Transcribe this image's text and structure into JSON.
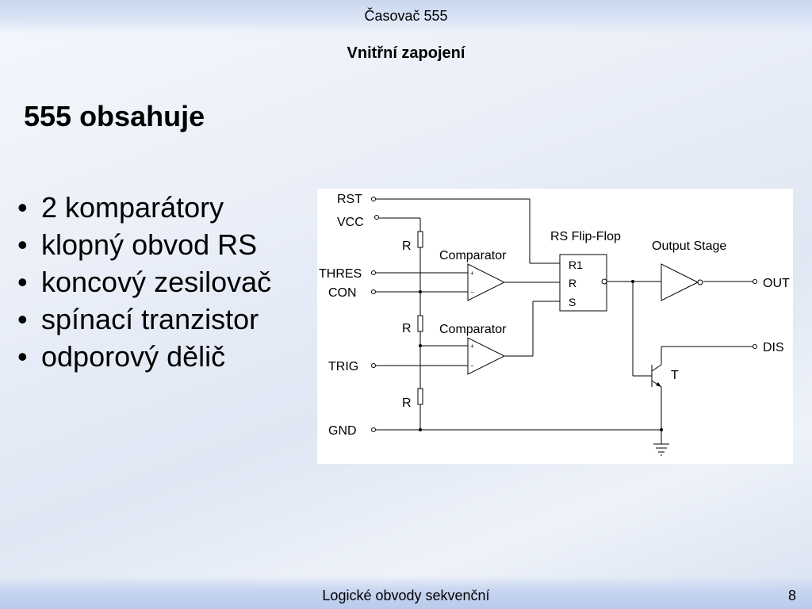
{
  "header": {
    "title": "Časovač 555"
  },
  "slide": {
    "subtitle": "Vnitřní zapojení",
    "heading": "555 obsahuje",
    "bullets": [
      "2 komparátory",
      "klopný obvod RS",
      "koncový zesilovač",
      "spínací tranzistor",
      "odporový dělič"
    ]
  },
  "diagram": {
    "pins": {
      "rst": "RST",
      "vcc": "VCC",
      "thres": "THRES",
      "con": "CON",
      "trig": "TRIG",
      "gnd": "GND",
      "out": "OUT",
      "dis": "DIS"
    },
    "resistor_label": "R",
    "comparator_label": "Comparator",
    "flipflop_label": "RS Flip-Flop",
    "flipflop_pins": {
      "r1": "R1",
      "r": "R",
      "s": "S"
    },
    "output_stage_label": "Output Stage",
    "transistor_label": "T"
  },
  "footer": {
    "text": "Logické obvody sekvenční",
    "page": "8"
  }
}
